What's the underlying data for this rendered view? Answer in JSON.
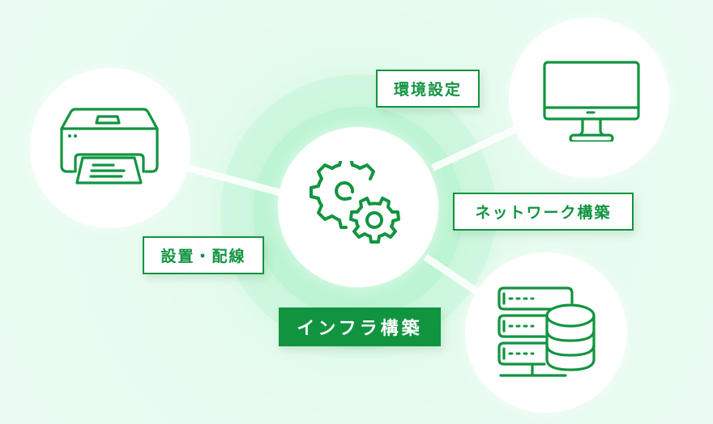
{
  "diagram": {
    "title": "インフラ構築",
    "center": {
      "icon": "gears-icon"
    },
    "nodes": [
      {
        "id": "printer",
        "icon": "printer-icon"
      },
      {
        "id": "monitor",
        "icon": "monitor-icon"
      },
      {
        "id": "server",
        "icon": "server-database-icon"
      }
    ],
    "labels": {
      "environment": "環境設定",
      "network": "ネットワーク構築",
      "installation": "設置・配線",
      "infrastructure": "インフラ構築"
    },
    "colors": {
      "accent": "#119440",
      "background": "#e6fbee",
      "node_fill": "#ffffff"
    }
  }
}
